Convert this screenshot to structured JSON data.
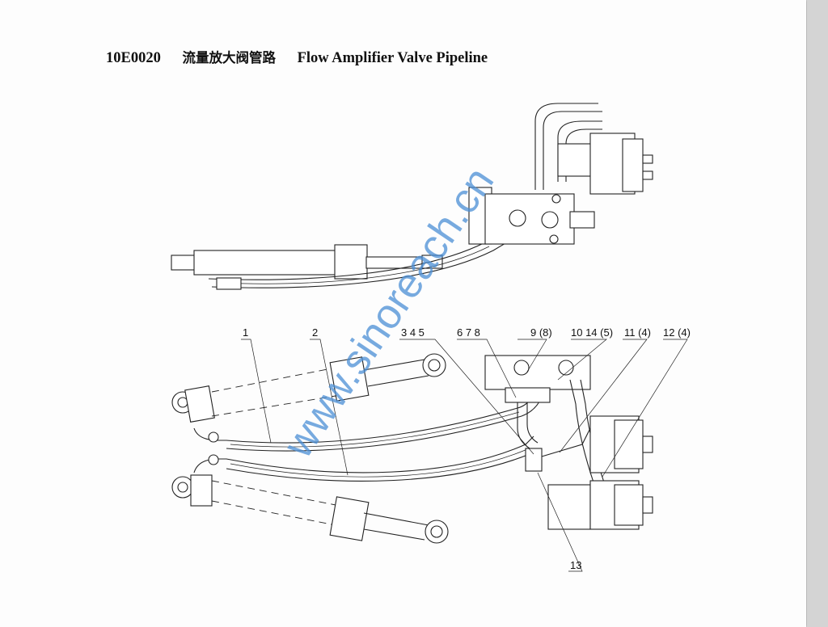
{
  "title": {
    "code": "10E0020",
    "chinese": "流量放大阀管路",
    "english": "Flow Amplifier Valve Pipeline"
  },
  "callouts": [
    "1",
    "2",
    "3 4 5",
    "6 7 8",
    "9 (8)",
    "10 14 (5)",
    "11 (4)",
    "12 (4)",
    "13"
  ],
  "watermark": "www.sinoreach.cn",
  "colors": {
    "watermark": "#4b8fd6",
    "page": "#fdfdfd",
    "background": "#d6d6d6"
  }
}
